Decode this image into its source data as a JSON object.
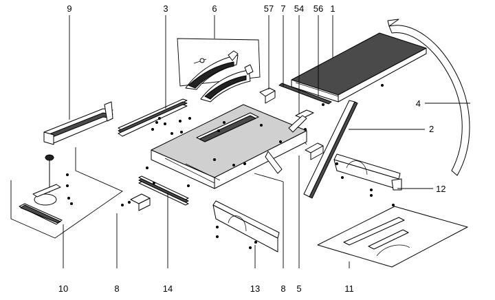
{
  "callouts": {
    "c9": "9",
    "c3": "3",
    "c6": "6",
    "c57": "57",
    "c7": "7",
    "c54": "54",
    "c56": "56",
    "c1": "1",
    "c4": "4",
    "c2": "2",
    "c12": "12",
    "c10": "10",
    "c8a": "8",
    "c14": "14",
    "c13": "13",
    "c8b": "8",
    "c5": "5",
    "c11": "11"
  }
}
